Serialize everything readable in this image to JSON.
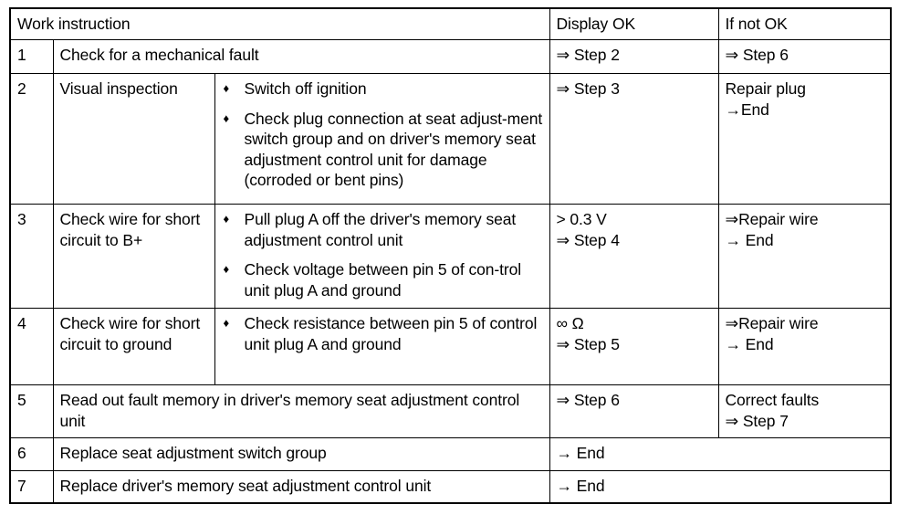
{
  "table": {
    "columns": {
      "step": "",
      "work_instruction": "Work instruction",
      "display_ok": "Display OK",
      "if_not_ok": "If not OK"
    },
    "bullet_icon": "♦",
    "rows": [
      {
        "step": "1",
        "description": "Check for a mechanical fault",
        "details": [],
        "display_ok": [
          "⇒ Step 2"
        ],
        "if_not_ok": [
          "⇒ Step 6"
        ]
      },
      {
        "step": "2",
        "description": "Visual inspection",
        "details": [
          "Switch off ignition",
          "Check plug connection at seat adjust-ment switch group and on driver's memory seat adjustment control unit for damage (corroded or bent pins)"
        ],
        "display_ok": [
          "⇒ Step 3"
        ],
        "if_not_ok": [
          "Repair plug",
          "→End"
        ]
      },
      {
        "step": "3",
        "description": "Check wire for short circuit to B+",
        "details": [
          "Pull plug A off the driver's memory seat adjustment control unit",
          "Check voltage between pin 5 of con-trol unit plug A and ground"
        ],
        "display_ok": [
          "> 0.3 V",
          "⇒ Step 4"
        ],
        "if_not_ok": [
          "⇒Repair wire",
          "→ End"
        ]
      },
      {
        "step": "4",
        "description": "Check wire for short circuit to ground",
        "details": [
          "Check resistance between pin 5 of control unit plug A and ground"
        ],
        "display_ok": [
          "∞ Ω",
          "⇒ Step 5"
        ],
        "if_not_ok": [
          "⇒Repair wire",
          "→ End"
        ]
      },
      {
        "step": "5",
        "description": "Read out fault memory in driver's memory seat adjustment control unit",
        "details": [],
        "display_ok": [
          "⇒ Step 6"
        ],
        "if_not_ok": [
          "Correct faults",
          "⇒ Step 7"
        ]
      },
      {
        "step": "6",
        "description": "Replace seat adjustment switch group",
        "details": [],
        "display_ok": [
          "→ End"
        ],
        "if_not_ok": []
      },
      {
        "step": "7",
        "description": "Replace driver's memory seat adjustment control unit",
        "details": [],
        "display_ok": [
          "→ End"
        ],
        "if_not_ok": []
      }
    ]
  }
}
